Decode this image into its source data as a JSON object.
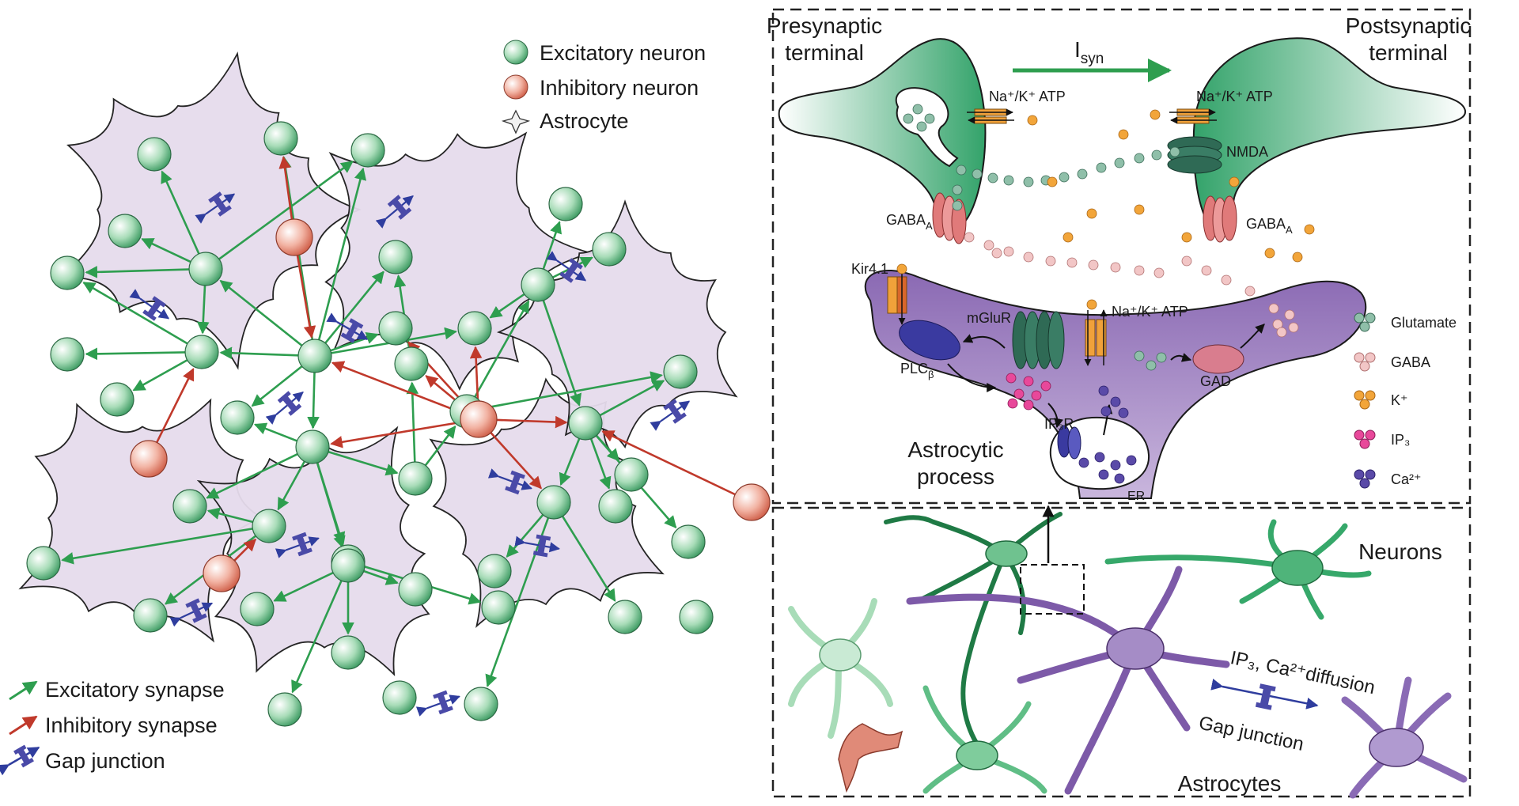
{
  "network_legend": {
    "excitatory_neuron": "Excitatory neuron",
    "inhibitory_neuron": "Inhibitory neuron",
    "astrocyte": "Astrocyte"
  },
  "synapse_legend": {
    "excitatory_synapse": "Excitatory synapse",
    "inhibitory_synapse": "Inhibitory synapse",
    "gap_junction": "Gap junction"
  },
  "synapse_panel": {
    "presynaptic_line1": "Presynaptic",
    "presynaptic_line2": "terminal",
    "postsynaptic_line1": "Postsynaptic",
    "postsynaptic_line2": "terminal",
    "isyn_main": "I",
    "isyn_sub": "syn",
    "na_k_atp": "Na⁺/K⁺ ATP",
    "nmda": "NMDA",
    "gaba_a_main": "GABA",
    "gaba_a_sub": "A",
    "kir": "Kir4.1",
    "mglur": "mGluR",
    "plc_main": "PLC",
    "plc_sub": "β",
    "ip3r": "IP₃R",
    "gad": "GAD",
    "er": "ER",
    "astro_line1": "Astrocytic",
    "astro_line2": "process"
  },
  "molecule_legend": {
    "glutamate": "Glutamate",
    "gaba": "GABA",
    "k": "K⁺",
    "ip3": "IP₃",
    "ca": "Ca²⁺"
  },
  "cells_panel": {
    "neurons": "Neurons",
    "diffusion": "IP₃, Ca²⁺diffusion",
    "gap_junction": "Gap junction",
    "astrocytes": "Astrocytes"
  },
  "colors": {
    "excitatory": "#2e9e4f",
    "inhibitory": "#c0392b",
    "gap_junction": "#3d3d9e",
    "astrocyte_fill": "#e8e0ee",
    "neuron_green": "#3fae6a",
    "astro_purple": "#8e6bb8"
  }
}
